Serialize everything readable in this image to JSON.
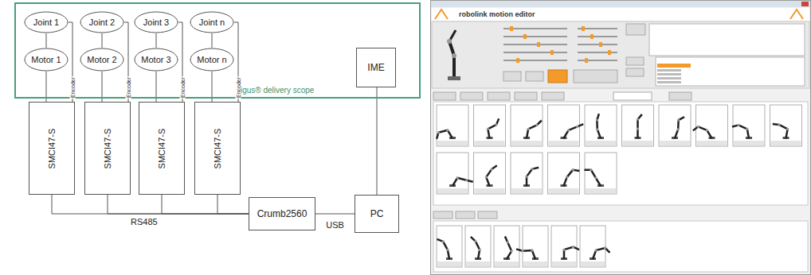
{
  "diagram": {
    "nodes": [
      {
        "text": [
          "igus® delivery scope"
        ]
      },
      {
        "text": [
          "Joint 1"
        ],
        "in": 0
      },
      {
        "text": [
          "Motor 1"
        ],
        "in": 0
      },
      {
        "text": [
          "Joint 2"
        ],
        "in": 0
      },
      {
        "text": [
          "Motor 2"
        ],
        "in": 0
      },
      {
        "text": [
          "Joint 3"
        ],
        "in": 0
      },
      {
        "text": [
          "Motor 3"
        ],
        "in": 0
      },
      {
        "text": [
          "Joint n"
        ],
        "in": 0
      },
      {
        "text": [
          "Motor n"
        ],
        "in": 0
      },
      {
        "text": [
          "IME"
        ],
        "in": 0
      },
      {
        "text": [
          "SMCI47-S"
        ]
      },
      {
        "text": [
          "SMCI47-S"
        ]
      },
      {
        "text": [
          "SMCI47-S"
        ]
      },
      {
        "text": [
          "SMCI47-S"
        ]
      },
      {
        "text": [
          "Crumb2560"
        ]
      },
      {
        "text": [
          "PC"
        ]
      }
    ],
    "edges": [
      {
        "from": 1,
        "to": 2,
        "arrow": "none"
      },
      {
        "from": 3,
        "to": 4,
        "arrow": "none"
      },
      {
        "from": 5,
        "to": 6,
        "arrow": "none"
      },
      {
        "from": 7,
        "to": 8,
        "arrow": "none"
      },
      {
        "from": 2,
        "to": 10,
        "arrow": "none"
      },
      {
        "from": 4,
        "to": 11,
        "arrow": "none"
      },
      {
        "from": 6,
        "to": 12,
        "arrow": "none"
      },
      {
        "from": 8,
        "to": 13,
        "arrow": "none"
      },
      {
        "from": 1,
        "to": 10,
        "label": "Encoder",
        "arrow": "none"
      },
      {
        "from": 3,
        "to": 11,
        "label": "Encoder",
        "arrow": "none"
      },
      {
        "from": 5,
        "to": 12,
        "label": "Encoder",
        "arrow": "none"
      },
      {
        "from": 7,
        "to": 13,
        "label": "Encoder",
        "arrow": "none"
      },
      {
        "from": 10,
        "to": 14,
        "arrow": "none"
      },
      {
        "from": 11,
        "to": 14,
        "arrow": "none"
      },
      {
        "from": 12,
        "to": 14,
        "arrow": "none"
      },
      {
        "from": 13,
        "to": 14,
        "arrow": "none"
      },
      {
        "from": 14,
        "to": 15,
        "label": "USB",
        "arrow": "none"
      },
      {
        "from": 15,
        "to": 9,
        "arrow": "none"
      }
    ],
    "labels": [
      "RS485",
      "robolink motion editor"
    ]
  }
}
